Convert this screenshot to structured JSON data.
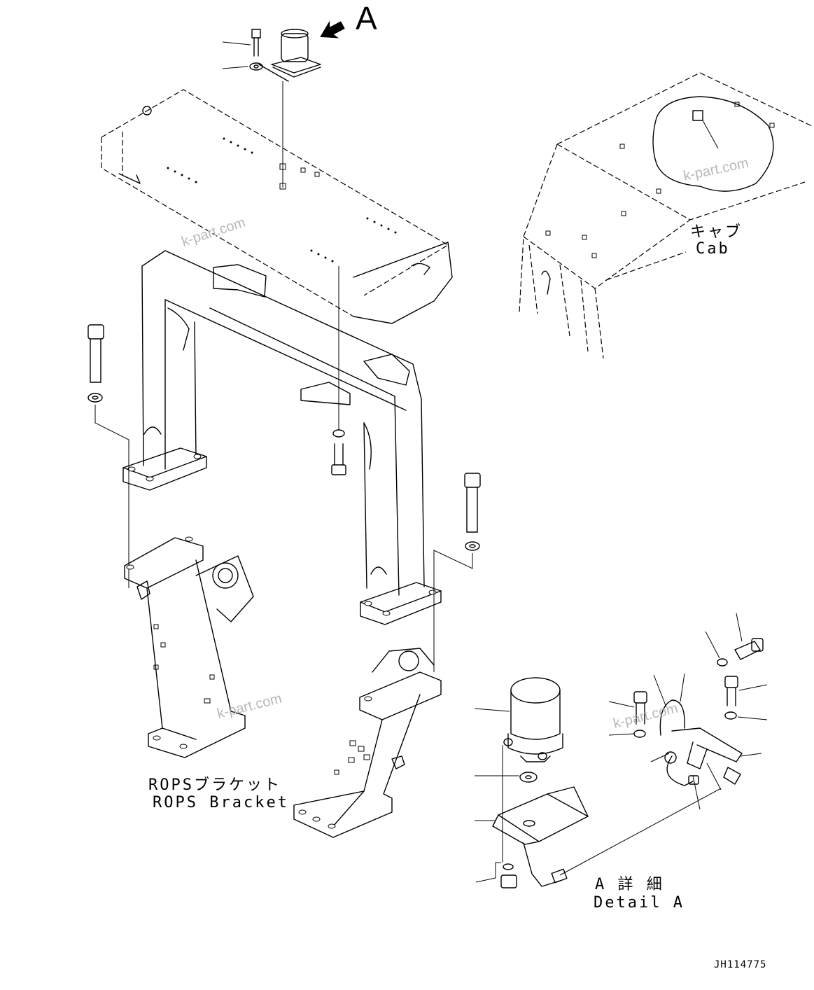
{
  "marker": {
    "letter": "A"
  },
  "labels": {
    "cab_jp": "キャブ",
    "cab_en": "Cab",
    "rops_jp": "ROPSブラケット",
    "rops_en": "ROPS Bracket",
    "detail_jp": "A 詳 細",
    "detail_en": "Detail A"
  },
  "watermark": "k-part.com",
  "drawing_id": "JH114775"
}
